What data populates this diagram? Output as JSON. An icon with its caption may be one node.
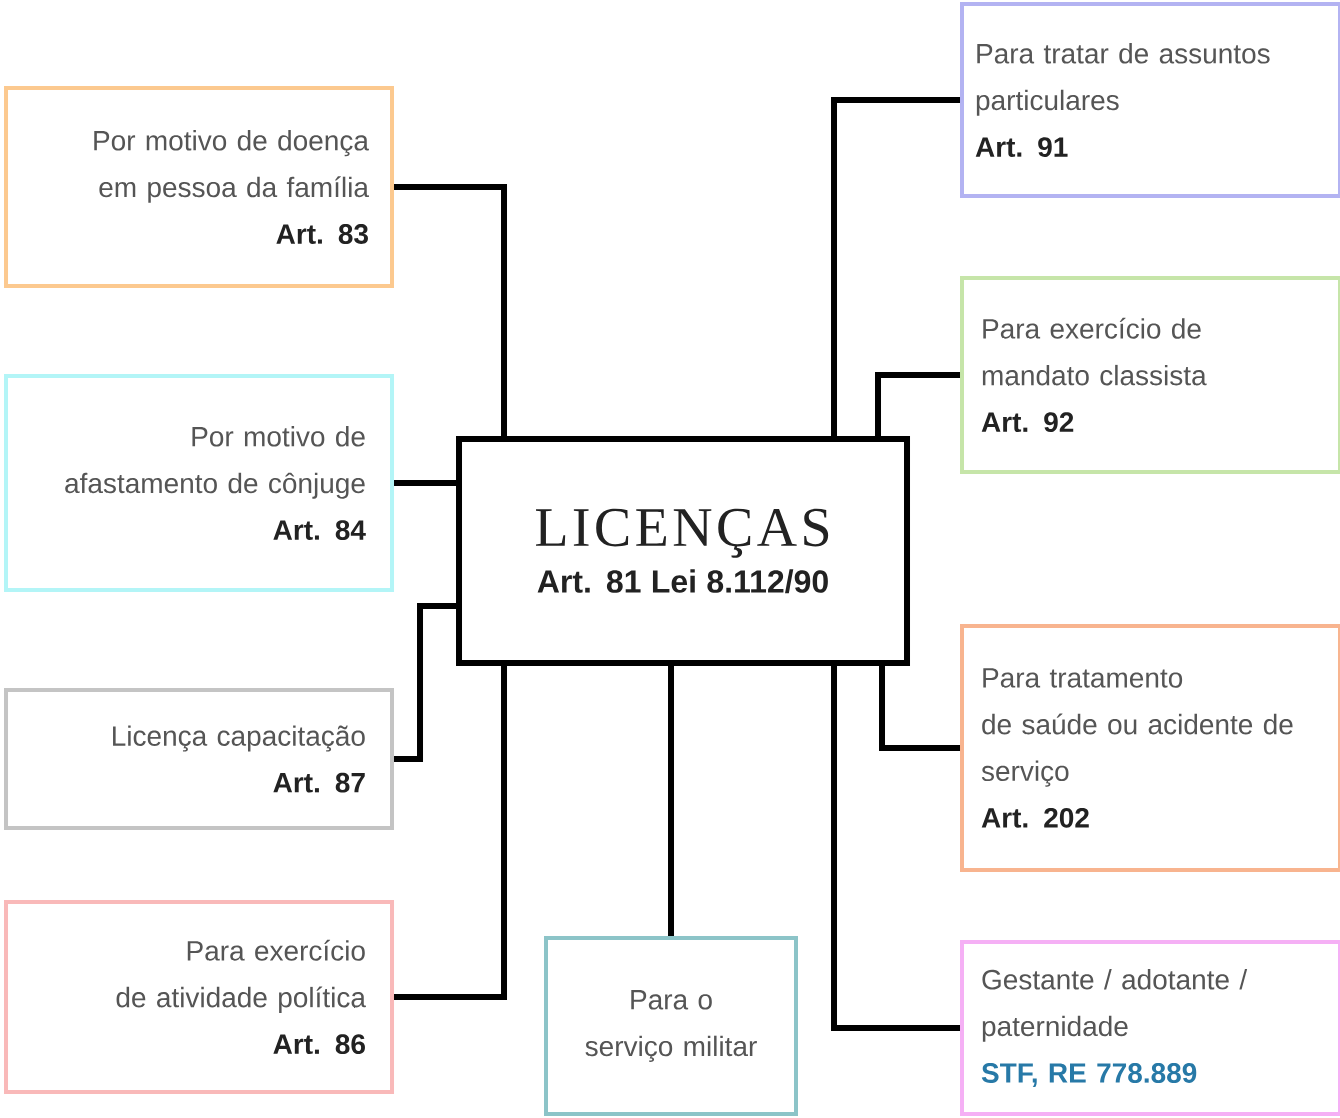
{
  "diagram": {
    "nodes": [
      {
        "text": [
          "LICENÇAS",
          "Art. 81 Lei 8.112/90"
        ]
      },
      {
        "text": [
          "Por motivo de doença em pessoa da família",
          "Art. 83"
        ]
      },
      {
        "text": [
          "Por motivo de afastamento de cônjuge",
          "Art. 84"
        ]
      },
      {
        "text": [
          "Licença capacitação",
          "Art. 87"
        ]
      },
      {
        "text": [
          "Para exercício de atividade política",
          "Art. 86"
        ]
      },
      {
        "text": [
          "Para o serviço militar"
        ]
      },
      {
        "text": [
          "Para tratar de assuntos particulares",
          "Art. 91"
        ]
      },
      {
        "text": [
          "Para exercício de mandato classista",
          "Art. 92"
        ]
      },
      {
        "text": [
          "Para tratamento de saúde ou acidente de serviço",
          "Art. 202"
        ]
      },
      {
        "text": [
          "Gestante / adotante / paternidade",
          "STF, RE 778.889"
        ]
      }
    ],
    "edges": [
      {
        "from": 0,
        "to": 1,
        "arrow": "none"
      },
      {
        "from": 0,
        "to": 2,
        "arrow": "none"
      },
      {
        "from": 0,
        "to": 3,
        "arrow": "none"
      },
      {
        "from": 0,
        "to": 4,
        "arrow": "none"
      },
      {
        "from": 0,
        "to": 5,
        "arrow": "none"
      },
      {
        "from": 0,
        "to": 6,
        "arrow": "none"
      },
      {
        "from": 0,
        "to": 7,
        "arrow": "none"
      },
      {
        "from": 0,
        "to": 8,
        "arrow": "none"
      },
      {
        "from": 0,
        "to": 9,
        "arrow": "none"
      }
    ]
  }
}
